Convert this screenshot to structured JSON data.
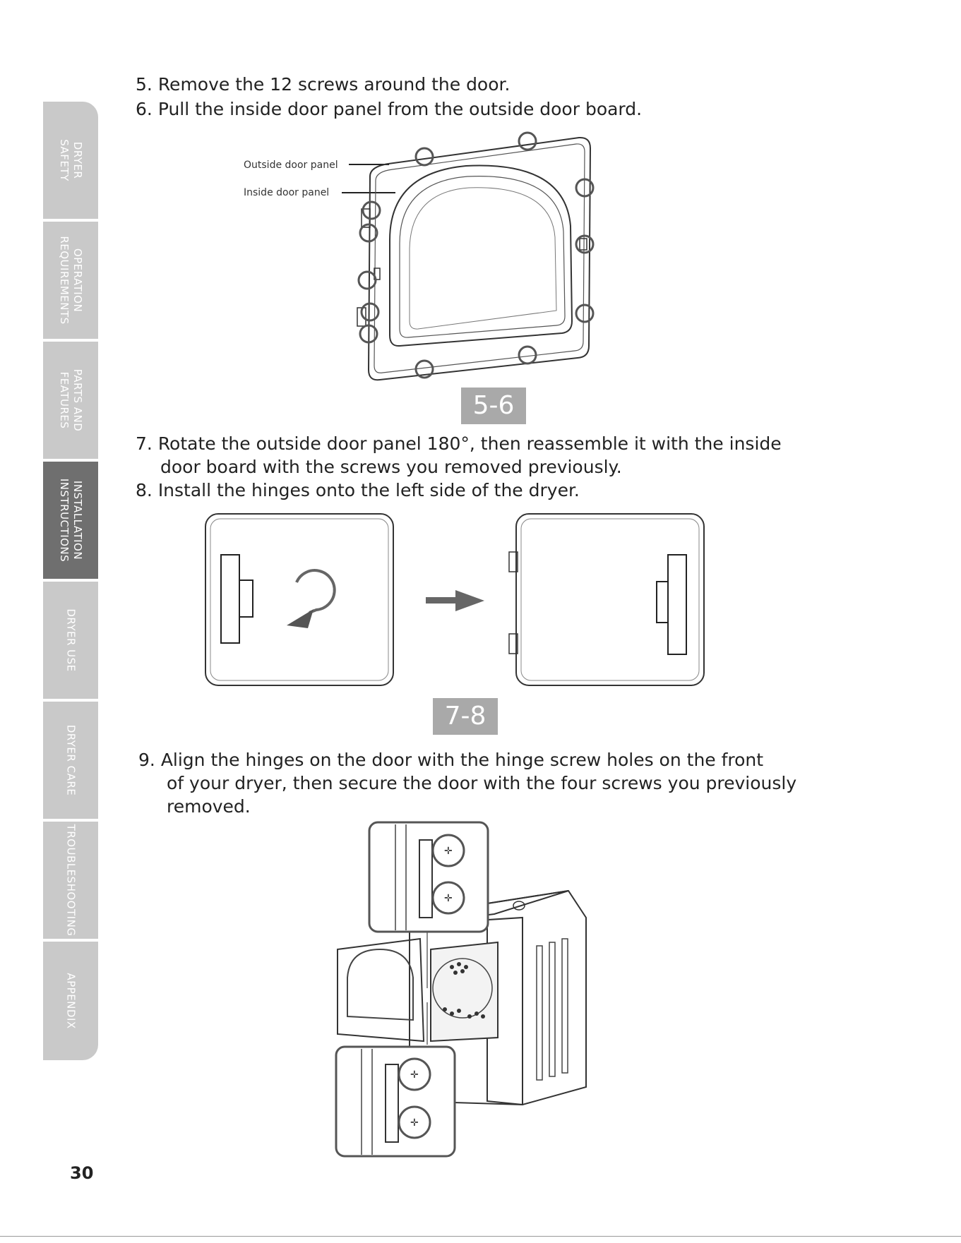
{
  "sidebar": {
    "tabs": [
      {
        "label": "DRYER\nSAFETY",
        "active": false
      },
      {
        "label": "OPERATION\nREQUIREMENTS",
        "active": false
      },
      {
        "label": "PARTS AND\nFEATURES",
        "active": false
      },
      {
        "label": "INSTALLATION\nINSTRUCTIONS",
        "active": true
      },
      {
        "label": "DRYER USE",
        "active": false
      },
      {
        "label": "DRYER CARE",
        "active": false
      },
      {
        "label": "TROUBLESHOOTING",
        "active": false
      },
      {
        "label": "APPENDIX",
        "active": false
      }
    ]
  },
  "steps": {
    "s5": {
      "num": "5.",
      "text": "Remove the 12 screws around the door."
    },
    "s6": {
      "num": "6.",
      "text": "Pull the inside door panel from the outside door board."
    },
    "s7": {
      "num": "7.",
      "line1": "Rotate the outside door panel 180°, then reassemble it with the inside",
      "line2": "door board with the screws you removed  previously."
    },
    "s8": {
      "num": "8.",
      "text": "Install the hinges onto the left side of the dryer."
    },
    "s9": {
      "num": "9.",
      "line1": "Align the hinges on the door with the hinge screw holes on the front",
      "line2": "of your dryer, then secure the door with the four screws you previously",
      "line3": "removed."
    }
  },
  "figures": {
    "fig56": {
      "label_outside": "Outside door panel",
      "label_inside": "Inside door panel",
      "caption": "5-6"
    },
    "fig78": {
      "caption": "7-8"
    }
  },
  "page_number": "30",
  "colors": {
    "tab": "#c9c9c9",
    "tab_active": "#6f6f6f",
    "caption_bg": "#a9a9a9",
    "highlight": "#555555"
  }
}
